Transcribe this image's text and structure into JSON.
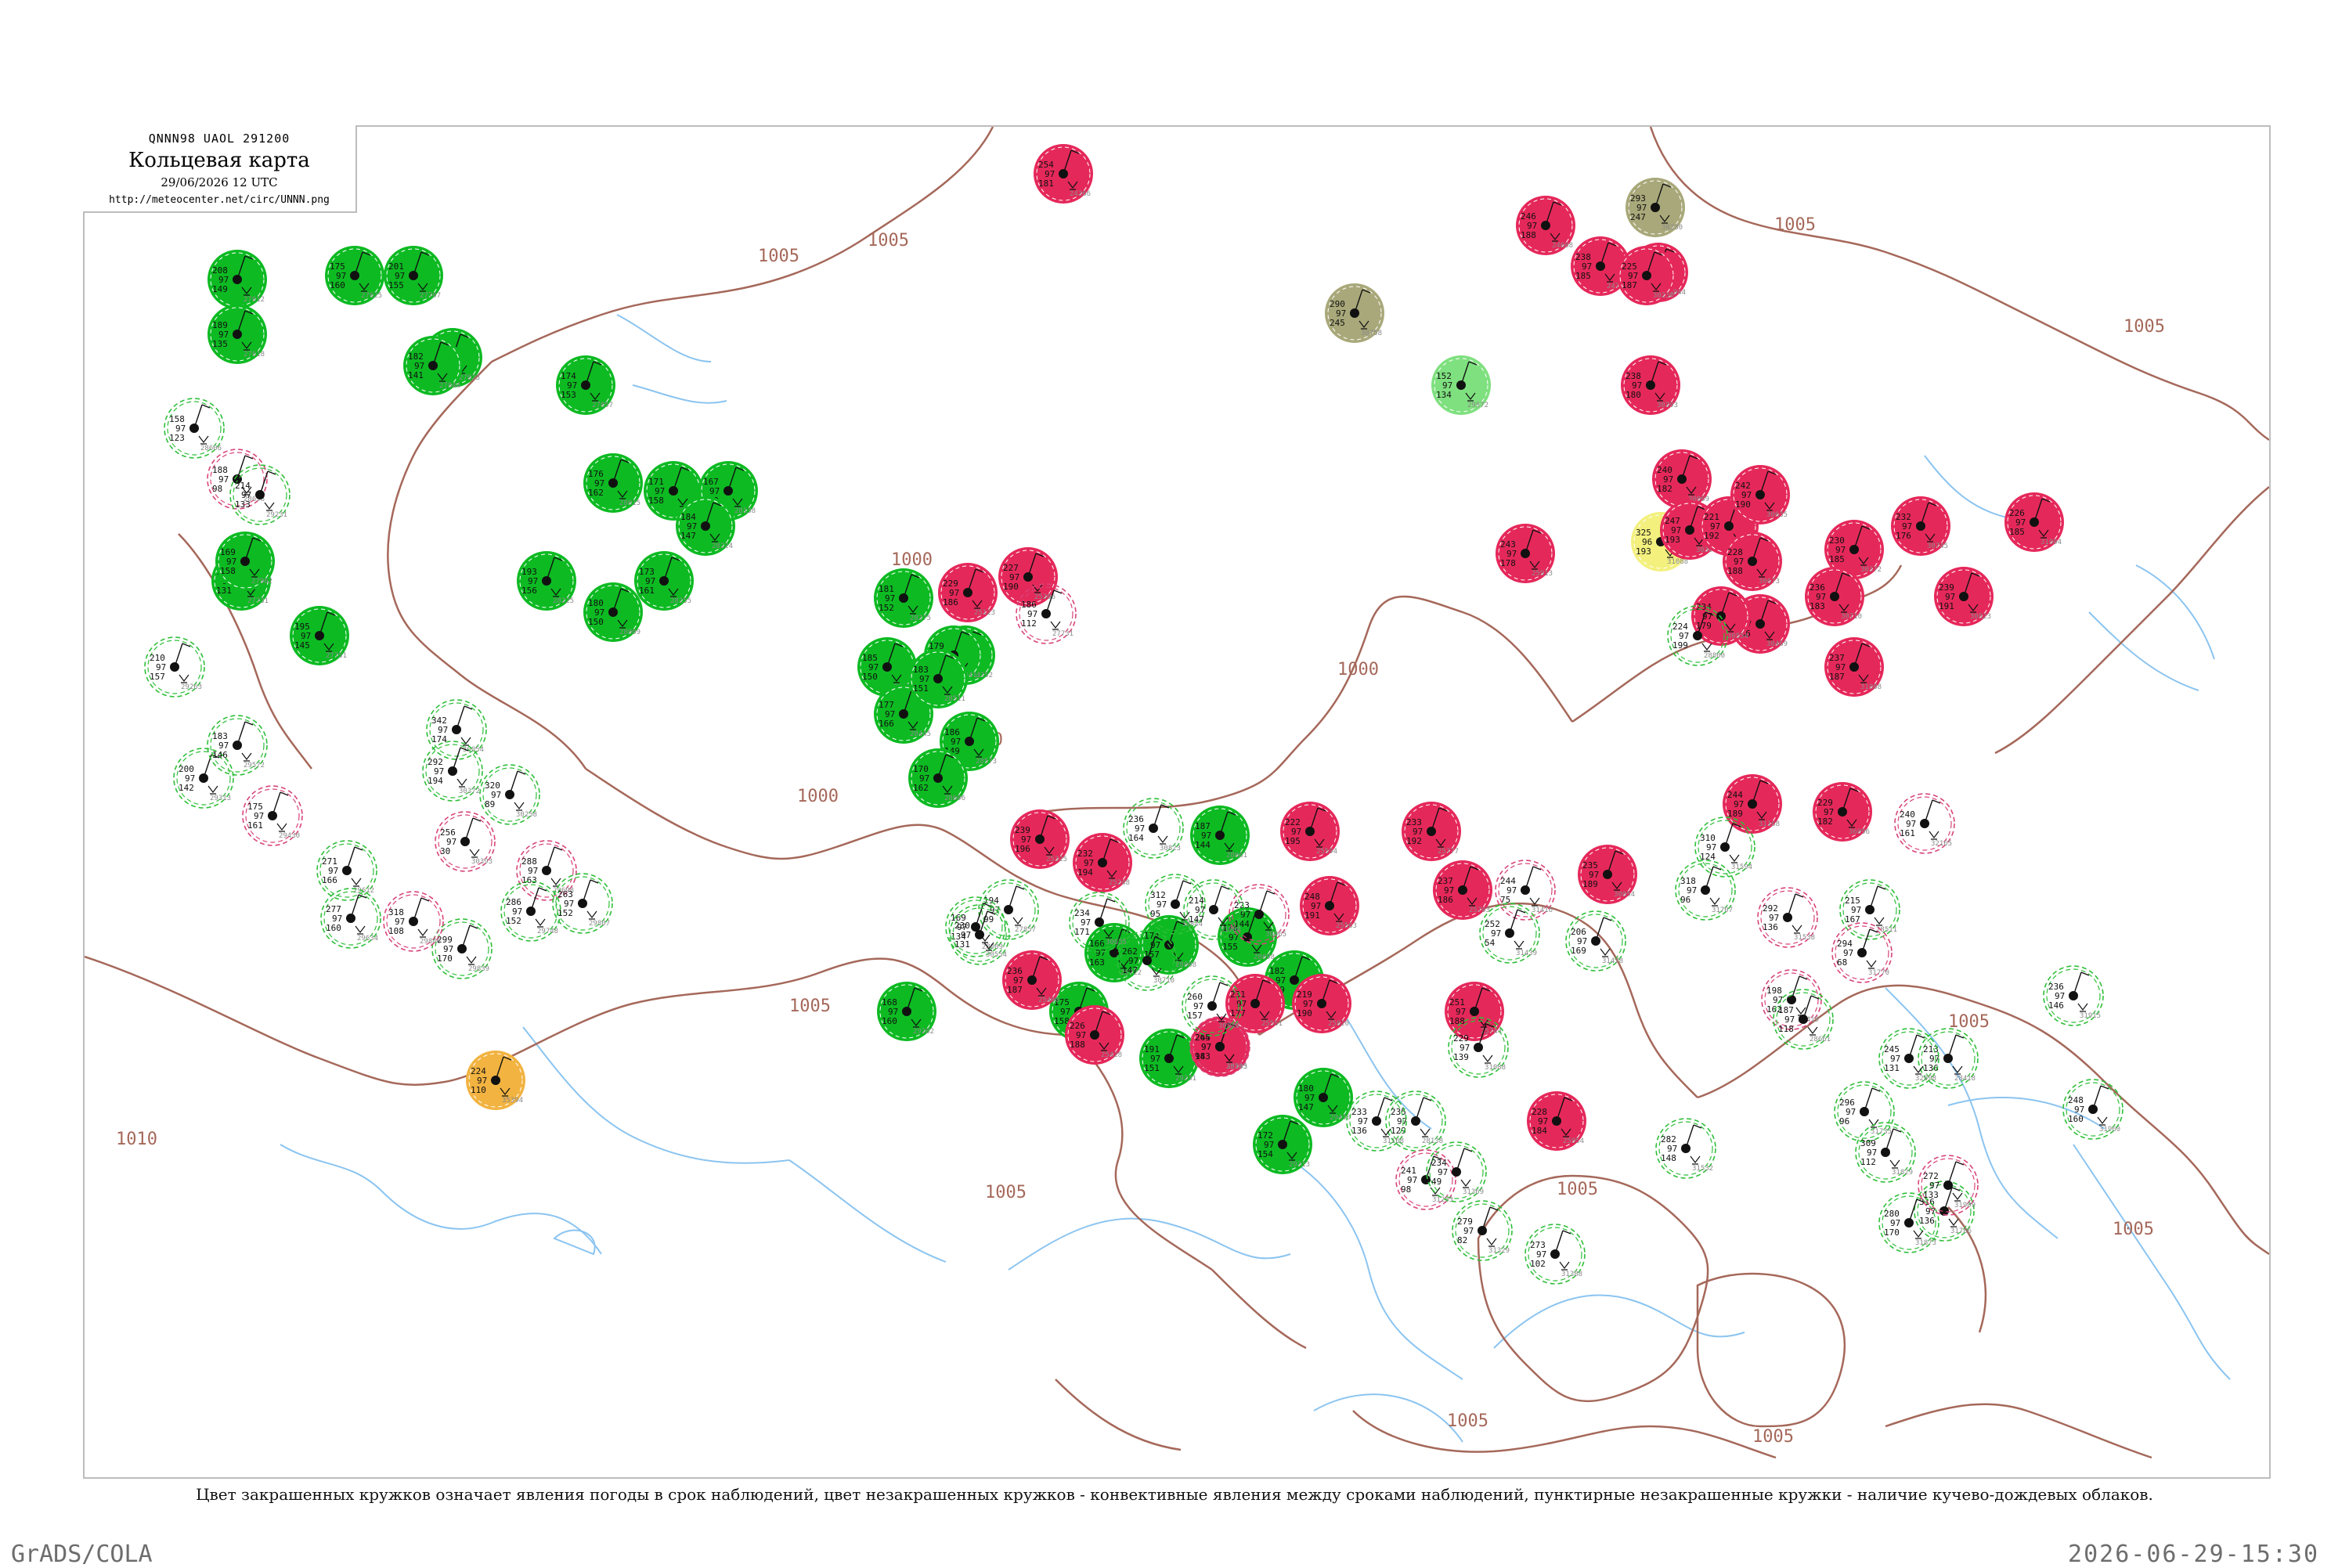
{
  "header": {
    "bulletin": "QNNN98  UAOL  291200",
    "title": "Кольцевая карта",
    "datetime": "29/06/2026 12 UTC",
    "url": "http://meteocenter.net/circ/UNNN.png"
  },
  "legend_note": "Цвет закрашенных кружков означает явления погоды в срок наблюдений, цвет незакрашенных кружков - конвективные явления между сроками наблюдений, пунктирные незакрашенные кружки - наличие кучево-дождевых облаков.",
  "footer": {
    "left": "GrADS/COLA",
    "right": "2026-06-29-15:30"
  },
  "colors": {
    "green": "#0dba22",
    "red": "#e5285a",
    "olive": "#a8a87a",
    "yellow": "#f3f07e",
    "orange": "#f2b341",
    "lightgreen": "#7fe07f",
    "isobar": "#a5685a",
    "river": "#8bc4f0",
    "ring_green": "#2fbf3a",
    "ring_red": "#d8447a"
  },
  "isobar_labels": [
    {
      "text": "1005"
    },
    {
      "text": "1005"
    },
    {
      "text": "1005"
    },
    {
      "text": "1005"
    },
    {
      "text": "1000"
    },
    {
      "text": "1000"
    },
    {
      "text": "1000"
    },
    {
      "text": "1000"
    },
    {
      "text": "1005"
    },
    {
      "text": "1010"
    },
    {
      "text": "1005"
    },
    {
      "text": "1005"
    },
    {
      "text": "1005"
    },
    {
      "text": "1005"
    },
    {
      "text": "1005"
    },
    {
      "text": "1005"
    }
  ],
  "stations": [
    {
      "c": "green",
      "v": [
        "208",
        "97",
        "149"
      ],
      "id": "27612"
    },
    {
      "c": "green",
      "v": [
        "189",
        "97",
        "135"
      ],
      "id": "27618"
    },
    {
      "c": "green",
      "v": [
        "175",
        "97",
        "160"
      ],
      "id": "27625"
    },
    {
      "c": "green",
      "v": [
        "201",
        "97",
        "155"
      ],
      "id": "27707"
    },
    {
      "c": "green",
      "v": [
        "188",
        "97",
        "131"
      ],
      "id": "27731"
    },
    {
      "c": "green",
      "v": [
        "195",
        "97",
        "145"
      ],
      "id": "27751"
    },
    {
      "c": "green",
      "v": [
        "178",
        "97",
        "130"
      ],
      "id": "27823"
    },
    {
      "c": "green",
      "v": [
        "182",
        "97",
        "141"
      ],
      "id": "27844"
    },
    {
      "c": "green",
      "v": [
        "174",
        "97",
        "153"
      ],
      "id": "27857"
    },
    {
      "c": "green",
      "v": [
        "169",
        "97",
        "158"
      ],
      "id": "27962"
    },
    {
      "c": "green",
      "v": [
        "180",
        "97",
        "150"
      ],
      "id": "28009"
    },
    {
      "c": "green",
      "v": [
        "176",
        "97",
        "162"
      ],
      "id": "28015"
    },
    {
      "c": "green",
      "v": [
        "171",
        "97",
        "158"
      ],
      "id": "28104"
    },
    {
      "c": "green",
      "v": [
        "167",
        "97",
        "160"
      ],
      "id": "28138"
    },
    {
      "c": "green",
      "v": [
        "184",
        "97",
        "147"
      ],
      "id": "28224"
    },
    {
      "c": "green",
      "v": [
        "193",
        "97",
        "156"
      ],
      "id": "28225"
    },
    {
      "c": "green",
      "v": [
        "173",
        "97",
        "161"
      ],
      "id": "28255"
    },
    {
      "c": "green",
      "v": [
        "181",
        "97",
        "152"
      ],
      "id": "28275"
    },
    {
      "c": "green",
      "v": [
        "172",
        "97",
        "159"
      ],
      "id": "28352"
    },
    {
      "c": "green",
      "v": [
        "179",
        "97",
        "148"
      ],
      "id": "28411"
    },
    {
      "c": "green",
      "v": [
        "185",
        "97",
        "150"
      ],
      "id": "28418"
    },
    {
      "c": "green",
      "v": [
        "177",
        "97",
        "166"
      ],
      "id": "28445"
    },
    {
      "c": "green",
      "v": [
        "183",
        "97",
        "151"
      ],
      "id": "28511"
    },
    {
      "c": "green",
      "v": [
        "186",
        "97",
        "149"
      ],
      "id": "28573"
    },
    {
      "c": "green",
      "v": [
        "170",
        "97",
        "162"
      ],
      "id": "28606"
    },
    {
      "c": "green",
      "v": [
        "187",
        "97",
        "144"
      ],
      "id": "28661"
    },
    {
      "c": "green",
      "v": [
        "178",
        "97",
        "155"
      ],
      "id": "28698"
    },
    {
      "c": "green",
      "v": [
        "166",
        "97",
        "163"
      ],
      "id": "28722"
    },
    {
      "c": "green",
      "v": [
        "174",
        "97",
        "157"
      ],
      "id": "28808"
    },
    {
      "c": "green",
      "v": [
        "182",
        "97",
        "149"
      ],
      "id": "28900"
    },
    {
      "c": "green",
      "v": [
        "191",
        "97",
        "151"
      ],
      "id": "29231"
    },
    {
      "c": "green",
      "v": [
        "175",
        "97",
        "158"
      ],
      "id": "29263"
    },
    {
      "c": "green",
      "v": [
        "168",
        "97",
        "160"
      ],
      "id": "29282"
    },
    {
      "c": "green",
      "v": [
        "172",
        "97",
        "154"
      ],
      "id": "29313"
    },
    {
      "c": "green",
      "v": [
        "180",
        "97",
        "147"
      ],
      "id": "29430"
    },
    {
      "c": "lightgreen",
      "v": [
        "152",
        "97",
        "134"
      ],
      "id": "29572"
    },
    {
      "c": "olive",
      "v": [
        "293",
        "97",
        "247"
      ],
      "id": "30230"
    },
    {
      "c": "olive",
      "v": [
        "290",
        "97",
        "245"
      ],
      "id": "30758"
    },
    {
      "c": "yellow",
      "v": [
        "325",
        "96",
        "193"
      ],
      "id": "31088"
    },
    {
      "c": "orange",
      "v": [
        "224",
        "97",
        "110"
      ],
      "id": "35394"
    },
    {
      "c": "red",
      "v": [
        "254",
        "97",
        "181"
      ],
      "id": "24266"
    },
    {
      "c": "red",
      "v": [
        "246",
        "97",
        "188"
      ],
      "id": "24688"
    },
    {
      "c": "red",
      "v": [
        "238",
        "97",
        "185"
      ],
      "id": "24738"
    },
    {
      "c": "red",
      "v": [
        "241",
        "97",
        "179"
      ],
      "id": "24944"
    },
    {
      "c": "red",
      "v": [
        "229",
        "97",
        "186"
      ],
      "id": "25123"
    },
    {
      "c": "red",
      "v": [
        "227",
        "97",
        "190"
      ],
      "id": "25206"
    },
    {
      "c": "red",
      "v": [
        "232",
        "97",
        "194"
      ],
      "id": "25248"
    },
    {
      "c": "red",
      "v": [
        "239",
        "97",
        "196"
      ],
      "id": "25325"
    },
    {
      "c": "red",
      "v": [
        "236",
        "97",
        "187"
      ],
      "id": "25400"
    },
    {
      "c": "red",
      "v": [
        "226",
        "97",
        "188"
      ],
      "id": "25428"
    },
    {
      "c": "red",
      "v": [
        "244",
        "97",
        "183"
      ],
      "id": "25503"
    },
    {
      "c": "red",
      "v": [
        "231",
        "97",
        "177"
      ],
      "id": "25551"
    },
    {
      "c": "red",
      "v": [
        "248",
        "97",
        "191"
      ],
      "id": "25563"
    },
    {
      "c": "red",
      "v": [
        "222",
        "97",
        "195"
      ],
      "id": "25594"
    },
    {
      "c": "red",
      "v": [
        "237",
        "97",
        "186"
      ],
      "id": "25703"
    },
    {
      "c": "red",
      "v": [
        "251",
        "97",
        "188"
      ],
      "id": "25744"
    },
    {
      "c": "red",
      "v": [
        "233",
        "97",
        "192"
      ],
      "id": "25777"
    },
    {
      "c": "red",
      "v": [
        "219",
        "97",
        "190"
      ],
      "id": "25820"
    },
    {
      "c": "red",
      "v": [
        "243",
        "97",
        "178"
      ],
      "id": "25913"
    },
    {
      "c": "red",
      "v": [
        "228",
        "97",
        "184"
      ],
      "id": "25954"
    },
    {
      "c": "red",
      "v": [
        "235",
        "97",
        "189"
      ],
      "id": "30054"
    },
    {
      "c": "red",
      "v": [
        "240",
        "97",
        "182"
      ],
      "id": "30069"
    },
    {
      "c": "red",
      "v": [
        "225",
        "97",
        "187"
      ],
      "id": "30230"
    },
    {
      "c": "red",
      "v": [
        "247",
        "97",
        "193"
      ],
      "id": "30309"
    },
    {
      "c": "red",
      "v": [
        "230",
        "97",
        "185"
      ],
      "id": "30372"
    },
    {
      "c": "red",
      "v": [
        "238",
        "97",
        "180"
      ],
      "id": "30393"
    },
    {
      "c": "red",
      "v": [
        "221",
        "97",
        "192"
      ],
      "id": "30443"
    },
    {
      "c": "red",
      "v": [
        "245",
        "97",
        "186"
      ],
      "id": "30469"
    },
    {
      "c": "red",
      "v": [
        "234",
        "97",
        "179"
      ],
      "id": "30554"
    },
    {
      "c": "red",
      "v": [
        "242",
        "97",
        "190"
      ],
      "id": "30635"
    },
    {
      "c": "red",
      "v": [
        "228",
        "97",
        "188"
      ],
      "id": "30673"
    },
    {
      "c": "red",
      "v": [
        "236",
        "97",
        "183"
      ],
      "id": "30710"
    },
    {
      "c": "red",
      "v": [
        "232",
        "97",
        "176"
      ],
      "id": "30745"
    },
    {
      "c": "red",
      "v": [
        "239",
        "97",
        "191"
      ],
      "id": "30823"
    },
    {
      "c": "red",
      "v": [
        "226",
        "97",
        "185"
      ],
      "id": "31004"
    },
    {
      "c": "red",
      "v": [
        "237",
        "97",
        "187"
      ],
      "id": "31088"
    },
    {
      "c": "red",
      "v": [
        "244",
        "97",
        "189"
      ],
      "id": "31168"
    },
    {
      "c": "red",
      "v": [
        "229",
        "97",
        "182"
      ],
      "id": "36096"
    },
    {
      "c": "ring",
      "v": [
        "224",
        "97",
        "199"
      ],
      "id": "28800"
    },
    {
      "c": "ring",
      "v": [
        "215",
        "97",
        "167"
      ],
      "id": "28511"
    },
    {
      "c": "ring",
      "v": [
        "198",
        "97",
        "162"
      ],
      "id": "28419"
    },
    {
      "c": "ring",
      "v": [
        "187",
        "97",
        "118"
      ],
      "id": "28661"
    },
    {
      "c": "ring",
      "v": [
        "213",
        "97",
        "136"
      ],
      "id": "28418"
    },
    {
      "c": "ring",
      "v": [
        "235",
        "97",
        "129"
      ],
      "id": "28138"
    },
    {
      "c": "ring",
      "v": [
        "186",
        "97",
        "112"
      ],
      "id": "27731"
    },
    {
      "c": "ring",
      "v": [
        "194",
        "97",
        "99"
      ],
      "id": "27857"
    },
    {
      "c": "ring",
      "v": [
        "169",
        "97",
        "134"
      ],
      "id": "28009"
    },
    {
      "c": "ring",
      "v": [
        "158",
        "97",
        "123"
      ],
      "id": "28606"
    },
    {
      "c": "ring",
      "v": [
        "188",
        "97",
        "98"
      ],
      "id": "28698"
    },
    {
      "c": "ring",
      "v": [
        "214",
        "97",
        "133"
      ],
      "id": "29231"
    },
    {
      "c": "ring",
      "v": [
        "210",
        "97",
        "157"
      ],
      "id": "29263"
    },
    {
      "c": "ring",
      "v": [
        "200",
        "97",
        "142"
      ],
      "id": "29313"
    },
    {
      "c": "ring",
      "v": [
        "175",
        "97",
        "161"
      ],
      "id": "29430"
    },
    {
      "c": "ring",
      "v": [
        "183",
        "97",
        "146"
      ],
      "id": "29572"
    },
    {
      "c": "ring",
      "v": [
        "271",
        "97",
        "166"
      ],
      "id": "29612"
    },
    {
      "c": "ring",
      "v": [
        "277",
        "97",
        "160"
      ],
      "id": "29634"
    },
    {
      "c": "ring",
      "v": [
        "288",
        "97",
        "163"
      ],
      "id": "29698"
    },
    {
      "c": "ring",
      "v": [
        "286",
        "97",
        "152"
      ],
      "id": "29748"
    },
    {
      "c": "ring",
      "v": [
        "263",
        "97",
        "152"
      ],
      "id": "29807"
    },
    {
      "c": "ring",
      "v": [
        "299",
        "97",
        "170"
      ],
      "id": "29839"
    },
    {
      "c": "ring",
      "v": [
        "318",
        "97",
        "108"
      ],
      "id": "29846"
    },
    {
      "c": "ring",
      "v": [
        "342",
        "97",
        "174"
      ],
      "id": "30054"
    },
    {
      "c": "ring",
      "v": [
        "320",
        "97",
        "89"
      ],
      "id": "30258"
    },
    {
      "c": "ring",
      "v": [
        "292",
        "97",
        "194"
      ],
      "id": "30372"
    },
    {
      "c": "ring",
      "v": [
        "256",
        "97",
        "30"
      ],
      "id": "30393"
    },
    {
      "c": "ring",
      "v": [
        "230",
        "97",
        "131"
      ],
      "id": "30554"
    },
    {
      "c": "ring",
      "v": [
        "234",
        "97",
        "171"
      ],
      "id": "30635"
    },
    {
      "c": "ring",
      "v": [
        "262",
        "97",
        "147"
      ],
      "id": "30710"
    },
    {
      "c": "ring",
      "v": [
        "265",
        "97",
        "94"
      ],
      "id": "30745"
    },
    {
      "c": "ring",
      "v": [
        "236",
        "97",
        "164"
      ],
      "id": "30823"
    },
    {
      "c": "ring",
      "v": [
        "312",
        "97",
        "95"
      ],
      "id": "30844"
    },
    {
      "c": "ring",
      "v": [
        "260",
        "97",
        "157"
      ],
      "id": "30949"
    },
    {
      "c": "ring",
      "v": [
        "223",
        "97",
        "144"
      ],
      "id": "30965"
    },
    {
      "c": "ring",
      "v": [
        "214",
        "97",
        "147"
      ],
      "id": "31004"
    },
    {
      "c": "ring",
      "v": [
        "229",
        "97",
        "139"
      ],
      "id": "31088"
    },
    {
      "c": "ring",
      "v": [
        "233",
        "97",
        "136"
      ],
      "id": "31168"
    },
    {
      "c": "ring",
      "v": [
        "241",
        "97",
        "98"
      ],
      "id": "31253"
    },
    {
      "c": "ring",
      "v": [
        "279",
        "97",
        "82"
      ],
      "id": "31329"
    },
    {
      "c": "ring",
      "v": [
        "234",
        "97",
        "49"
      ],
      "id": "31369"
    },
    {
      "c": "ring",
      "v": [
        "273",
        "97",
        "102"
      ],
      "id": "31388"
    },
    {
      "c": "ring",
      "v": [
        "244",
        "97",
        "75"
      ],
      "id": "31416"
    },
    {
      "c": "ring",
      "v": [
        "252",
        "97",
        "54"
      ],
      "id": "31439"
    },
    {
      "c": "ring",
      "v": [
        "206",
        "97",
        "169"
      ],
      "id": "31478"
    },
    {
      "c": "ring",
      "v": [
        "282",
        "97",
        "148"
      ],
      "id": "31532"
    },
    {
      "c": "ring",
      "v": [
        "292",
        "97",
        "136"
      ],
      "id": "31538"
    },
    {
      "c": "ring",
      "v": [
        "310",
        "97",
        "124"
      ],
      "id": "31594"
    },
    {
      "c": "ring",
      "v": [
        "318",
        "97",
        "96"
      ],
      "id": "31707"
    },
    {
      "c": "ring",
      "v": [
        "296",
        "97",
        "96"
      ],
      "id": "31735"
    },
    {
      "c": "ring",
      "v": [
        "294",
        "97",
        "68"
      ],
      "id": "31770"
    },
    {
      "c": "ring",
      "v": [
        "316",
        "97",
        "136"
      ],
      "id": "31786"
    },
    {
      "c": "ring",
      "v": [
        "309",
        "97",
        "112"
      ],
      "id": "31829"
    },
    {
      "c": "ring",
      "v": [
        "280",
        "97",
        "170"
      ],
      "id": "31873"
    },
    {
      "c": "ring",
      "v": [
        "272",
        "97",
        "133"
      ],
      "id": "31909"
    },
    {
      "c": "ring",
      "v": [
        "236",
        "97",
        "146"
      ],
      "id": "31915"
    },
    {
      "c": "ring",
      "v": [
        "248",
        "97",
        "160"
      ],
      "id": "31960"
    },
    {
      "c": "ring",
      "v": [
        "245",
        "97",
        "131"
      ],
      "id": "32098"
    },
    {
      "c": "ring",
      "v": [
        "240",
        "97",
        "161"
      ],
      "id": "32165"
    }
  ]
}
